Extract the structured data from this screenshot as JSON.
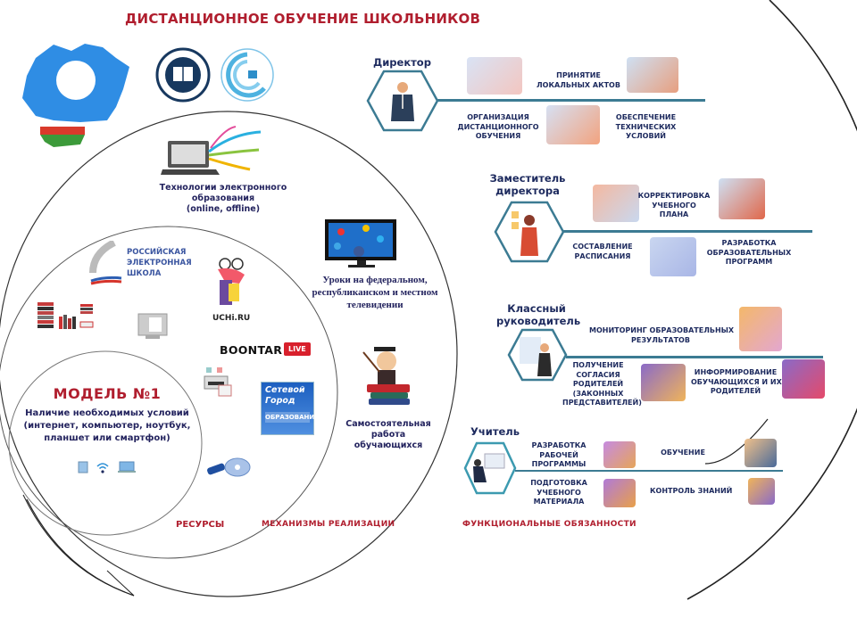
{
  "title": "ДИСТАНЦИОННОЕ ОБУЧЕНИЕ ШКОЛЬНИКОВ",
  "logos": [
    {
      "icon": "yakutia-map-icon"
    },
    {
      "icon": "ministry-education-logo-icon"
    },
    {
      "icon": "institute-education-logo-icon"
    }
  ],
  "model": {
    "heading": "МОДЕЛЬ №1",
    "text_lines": [
      "Наличие необходимых условий",
      "(интернет, компьютер, ноутбук,",
      "планшет или смартфон)"
    ],
    "icons": [
      "tablet-icon",
      "wifi-icon",
      "laptop-icon"
    ]
  },
  "resources": {
    "label": "РЕСУРСЫ",
    "items": [
      {
        "name": "resh",
        "lines": [
          "РОССИЙСКАЯ",
          "ЭЛЕКТРОННАЯ",
          "ШКОЛА"
        ]
      },
      {
        "name": "uchi",
        "label": "UCHi.RU"
      },
      {
        "name": "boontar",
        "label": "BOONTAR",
        "badge": "LIVE"
      },
      {
        "name": "setevoy-gorod",
        "lines": [
          "Сетевой",
          "Город",
          "ОБРАЗОВАНИ"
        ]
      },
      {
        "name": "books",
        "icon": "books-icon"
      },
      {
        "name": "monitor",
        "icon": "monitor-icon"
      },
      {
        "name": "office-devices",
        "icon": "printer-icon"
      },
      {
        "name": "storage",
        "icon": "usb-disc-icon"
      }
    ]
  },
  "mechanisms": {
    "label": "МЕХАНИЗМЫ РЕАЛИЗАЦИИ",
    "items": [
      {
        "lines": [
          "Технологии электронного",
          "образования",
          "(online, offline)"
        ],
        "icon": "laptop-network-icon"
      },
      {
        "lines": [
          "Уроки на федеральном,",
          "республиканском и местном",
          "телевидении"
        ],
        "icon": "tv-social-icon"
      },
      {
        "lines": [
          "Самостоятельная",
          "работа",
          "обучающихся"
        ],
        "icon": "student-books-icon"
      }
    ]
  },
  "duties": {
    "label": "ФУНКЦИОНАЛЬНЫЕ ОБЯЗАННОСТИ",
    "roles": [
      {
        "role": "Директор",
        "icon": "director-icon",
        "tasks": [
          {
            "lines": [
              "ПРИНЯТИЕ",
              "ЛОКАЛЬНЫХ АКТОВ"
            ]
          },
          {
            "lines": [
              "ОРГАНИЗАЦИЯ",
              "ДИСТАНЦИОННОГО",
              "ОБУЧЕНИЯ"
            ]
          },
          {
            "lines": [
              "ОБЕСПЕЧЕНИЕ",
              "ТЕХНИЧЕСКИХ",
              "УСЛОВИЙ"
            ]
          }
        ]
      },
      {
        "role_lines": [
          "Заместитель",
          "директора"
        ],
        "icon": "deputy-icon",
        "tasks": [
          {
            "lines": [
              "КОРРЕКТИРОВКА",
              "УЧЕБНОГО",
              "ПЛАНА"
            ]
          },
          {
            "lines": [
              "СОСТАВЛЕНИЕ",
              "РАСПИСАНИЯ"
            ]
          },
          {
            "lines": [
              "РАЗРАБОТКА",
              "ОБРАЗОВАТЕЛЬНЫХ",
              "ПРОГРАММ"
            ]
          }
        ]
      },
      {
        "role_lines": [
          "Классный",
          "руководитель"
        ],
        "icon": "class-teacher-icon",
        "tasks": [
          {
            "lines": [
              "МОНИТОРИНГ ОБРАЗОВАТЕЛЬНЫХ",
              "РЕЗУЛЬТАТОВ"
            ]
          },
          {
            "lines": [
              "ПОЛУЧЕНИЕ",
              "СОГЛАСИЯ",
              "РОДИТЕЛЕЙ",
              "(ЗАКОННЫХ",
              "ПРЕДСТАВИТЕЛЕЙ)"
            ]
          },
          {
            "lines": [
              "ИНФОРМИРОВАНИЕ",
              "ОБУЧАЮЩИХСЯ И ИХ",
              "РОДИТЕЛЕЙ"
            ]
          }
        ]
      },
      {
        "role": "Учитель",
        "icon": "teacher-icon",
        "tasks": [
          {
            "lines": [
              "РАЗРАБОТКА",
              "РАБОЧЕЙ",
              "ПРОГРАММЫ"
            ]
          },
          {
            "lines": [
              "ОБУЧЕНИЕ"
            ]
          },
          {
            "lines": [
              "ПОДГОТОВКА",
              "УЧЕБНОГО",
              "МАТЕРИАЛА"
            ]
          },
          {
            "lines": [
              "КОНТРОЛЬ ЗНАНИЙ"
            ]
          }
        ]
      }
    ]
  },
  "colors": {
    "title_red": "#b01e2e",
    "text_navy": "#1d2a5e",
    "line_teal": "#3c7b93"
  }
}
